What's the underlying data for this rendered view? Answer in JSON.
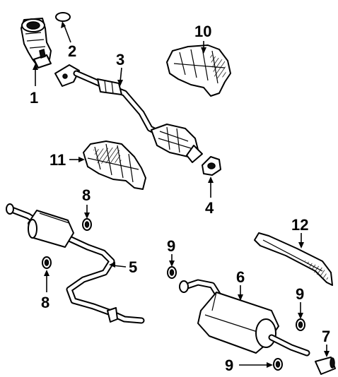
{
  "callouts": {
    "c1": "1",
    "c2": "2",
    "c3": "3",
    "c4": "4",
    "c5": "5",
    "c6": "6",
    "c7": "7",
    "c8a": "8",
    "c8b": "8",
    "c9a": "9",
    "c9b": "9",
    "c9c": "9",
    "c10": "10",
    "c11": "11",
    "c12": "12"
  }
}
